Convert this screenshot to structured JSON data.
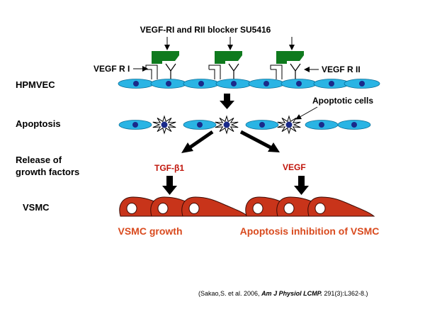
{
  "labels": {
    "blocker": "VEGF-RI and RII blocker SU5416",
    "vegfr1": "VEGF R I",
    "vegfr2": "VEGF R II",
    "hpmvec": "HPMVEC",
    "apoptosis": "Apoptosis",
    "apoptotic_cells": "Apoptotic cells",
    "release_line1": "Release of",
    "release_line2": "growth factors",
    "tgf": "TGF-β1",
    "vegf": "VEGF",
    "vsmc": "VSMC",
    "vsmc_growth": "VSMC growth",
    "apoptosis_inhibition": "Apoptosis inhibition of VSMC"
  },
  "citation": {
    "prefix": "(Sakao,S. et al. 2006, ",
    "journal": "Am J Physiol LCMP.",
    "suffix": " 291(3):L362-8.)"
  },
  "colors": {
    "endothelial_cell": "#2ab4e4",
    "nucleus": "#1a2a8a",
    "blocker": "#0f7a1e",
    "smooth_muscle_cell": "#c8341a",
    "growth_factor_text": "#c0140a",
    "outcome_text": "#d94a1e"
  }
}
